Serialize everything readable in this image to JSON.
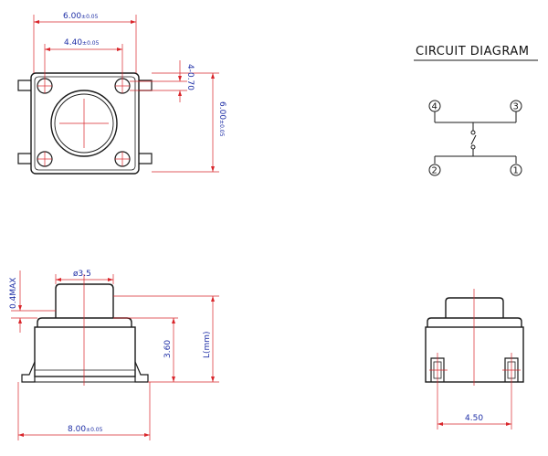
{
  "colors": {
    "outline": "#1a1a1a",
    "dimension": "#d9262b",
    "text_blue": "#1f2fa6"
  },
  "top_view": {
    "width_total": "6.00",
    "width_total_tol": "±0.05",
    "pitch": "4.40",
    "pitch_tol": "±0.05",
    "hole_note": "4-0.70",
    "height_total": "6.00",
    "height_total_tol": "±0.05"
  },
  "circuit": {
    "title": "CIRCUIT  DIAGRAM",
    "pins": [
      "4",
      "3",
      "2",
      "1"
    ]
  },
  "side_view": {
    "plunger_dia": "ø3.5",
    "plunger_max": "0.4MAX",
    "body_height": "3.60",
    "total_height": "L(mm)",
    "lead_span": "8.00",
    "lead_span_tol": "±0.05"
  },
  "end_view": {
    "lead_pitch": "4.50"
  }
}
